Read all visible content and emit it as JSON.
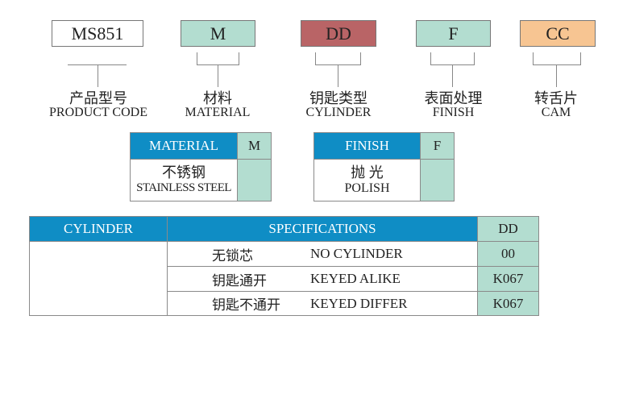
{
  "codes": [
    {
      "value": "MS851",
      "cn": "产品型号",
      "en": "PRODUCT CODE",
      "color": "#ffffff"
    },
    {
      "value": "M",
      "cn": "材料",
      "en": "MATERIAL",
      "color": "#b3ddd0"
    },
    {
      "value": "DD",
      "cn": "钥匙类型",
      "en": "CYLINDER",
      "color": "#b96466"
    },
    {
      "value": "F",
      "cn": "表面处理",
      "en": "FINISH",
      "color": "#b3ddd0"
    },
    {
      "value": "CC",
      "cn": "转舌片",
      "en": "CAM",
      "color": "#f7c592"
    }
  ],
  "material_table": {
    "header": "MATERIAL",
    "code": "M",
    "cn": "不锈钢",
    "en": "STAINLESS STEEL"
  },
  "finish_table": {
    "header": "FINISH",
    "code": "F",
    "cn": "抛 光",
    "en": "POLISH"
  },
  "cylinder_table": {
    "headers": [
      "CYLINDER",
      "SPECIFICATIONS",
      "DD"
    ],
    "rows": [
      {
        "cn": "无锁芯",
        "en": "NO CYLINDER",
        "code": "00"
      },
      {
        "cn": "钥匙通开",
        "en": "KEYED ALIKE",
        "code": "K067"
      },
      {
        "cn": "钥匙不通开",
        "en": "KEYED DIFFER",
        "code": "K067"
      }
    ]
  }
}
